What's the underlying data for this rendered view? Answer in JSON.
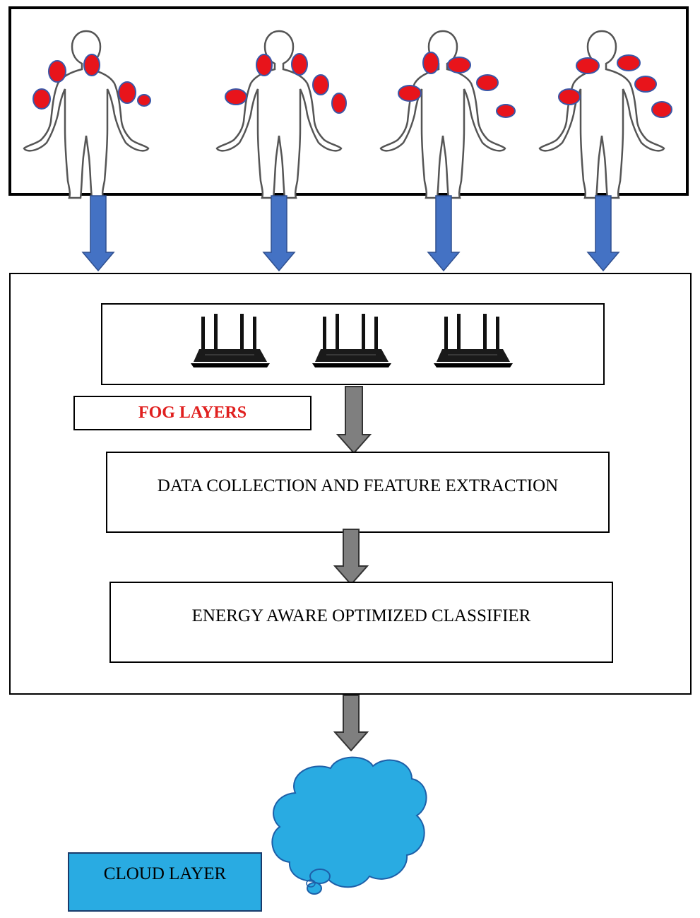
{
  "diagram": {
    "fog_label": "FOG LAYERS",
    "step1_label": "DATA COLLECTION AND FEATURE EXTRACTION",
    "step2_label": "ENERGY AWARE OPTIMIZED CLASSIFIER",
    "cloud_label": "CLOUD LAYER",
    "body_count": 4,
    "router_count": 3
  },
  "colors": {
    "sensor": "#e8141b",
    "blue_arrow": "#4472c4",
    "grey_arrow": "#7f7f7f",
    "cloud": "#29abe2",
    "cloud_label_bg": "#29abe2",
    "fog_text": "#e0201f"
  },
  "icons": [
    "human-body-icon",
    "sensor-node-icon",
    "wifi-router-icon",
    "cloud-icon"
  ]
}
